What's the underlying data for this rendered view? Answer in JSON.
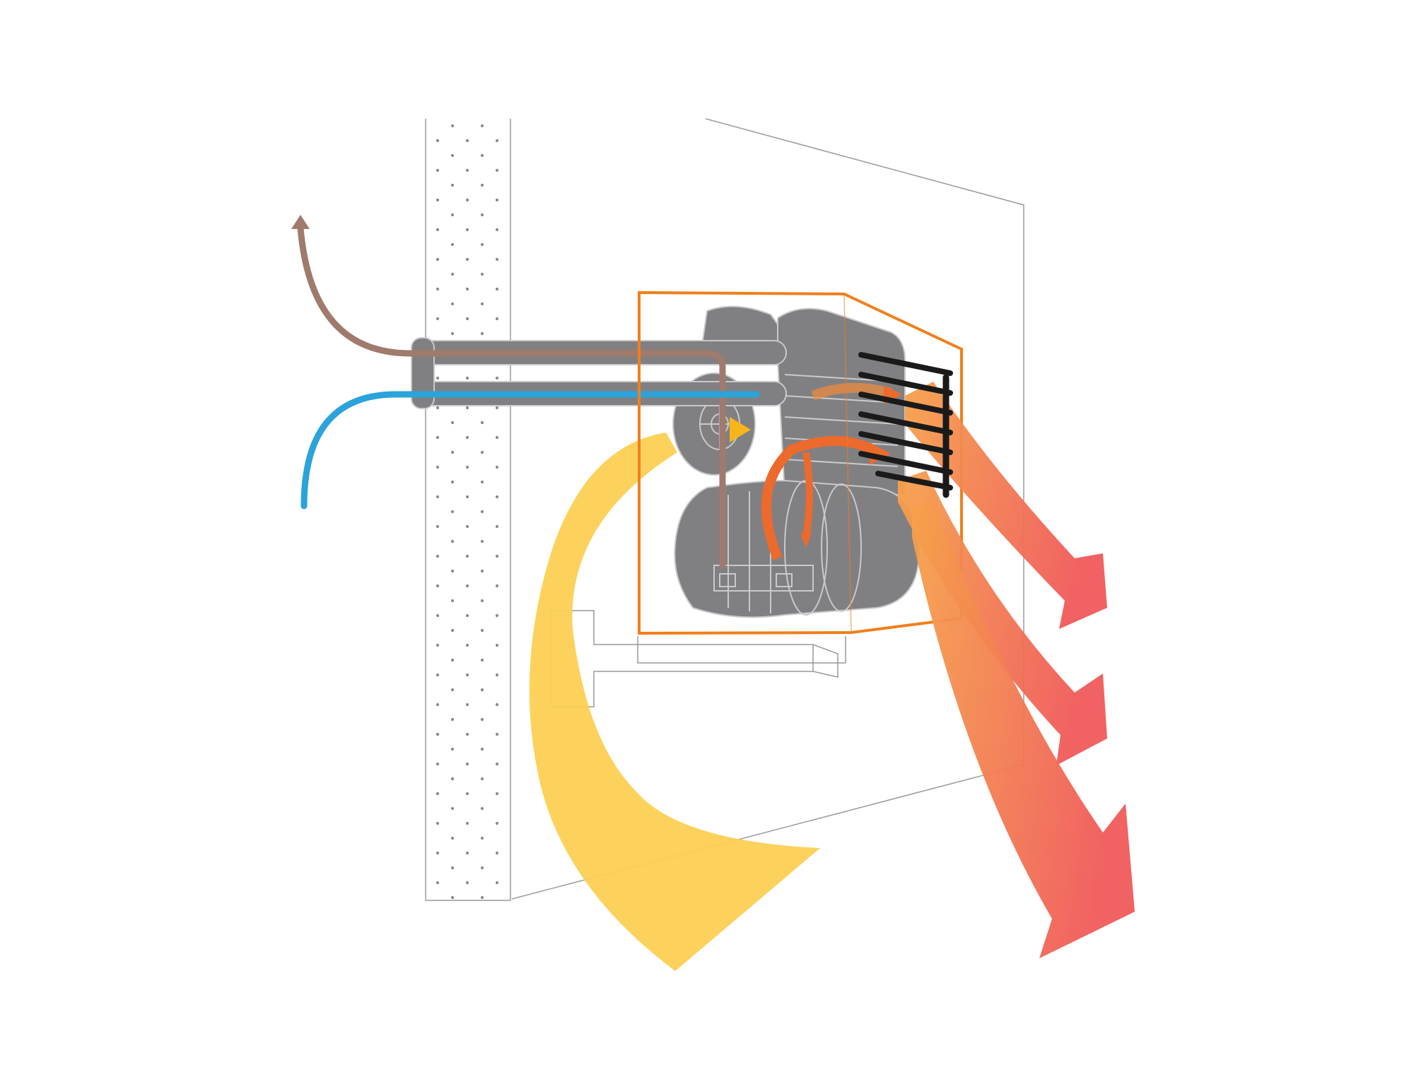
{
  "colors": {
    "background": "#ffffff",
    "wall_outline": "#9a9a9a",
    "wall_dots": "#8a8a8a",
    "unit_part_fill": "#808083",
    "unit_part_line": "#c9c9cc",
    "housing_outline": "#f07f1c",
    "exhaust_flow": "#a07a6c",
    "intake_flow": "#2ba3db",
    "room_air_flow": "#fcd054",
    "warm_air_start": "#f6a14b",
    "warm_air_end": "#f05a5a",
    "internal_heat_flow": "#ec6a2c",
    "louvers": "#1a1a1a"
  },
  "components": {
    "wall": "wall-section",
    "back_panel": "wall-plane",
    "pipes": "flue-pipes",
    "housing": "heater-housing",
    "fan": "fan-icon",
    "burner": "burner-drum",
    "heat_exchanger": "heat-exchanger",
    "louvers": "air-outlet-louvers",
    "bracket": "mounting-bracket"
  },
  "flows": {
    "exhaust": "exhaust-flow-arrow",
    "intake": "fresh-air-intake-arrow",
    "room_air": "room-air-arrow",
    "warm_air": [
      "warm-air-arrow-top",
      "warm-air-arrow-middle",
      "warm-air-arrow-bottom"
    ]
  }
}
